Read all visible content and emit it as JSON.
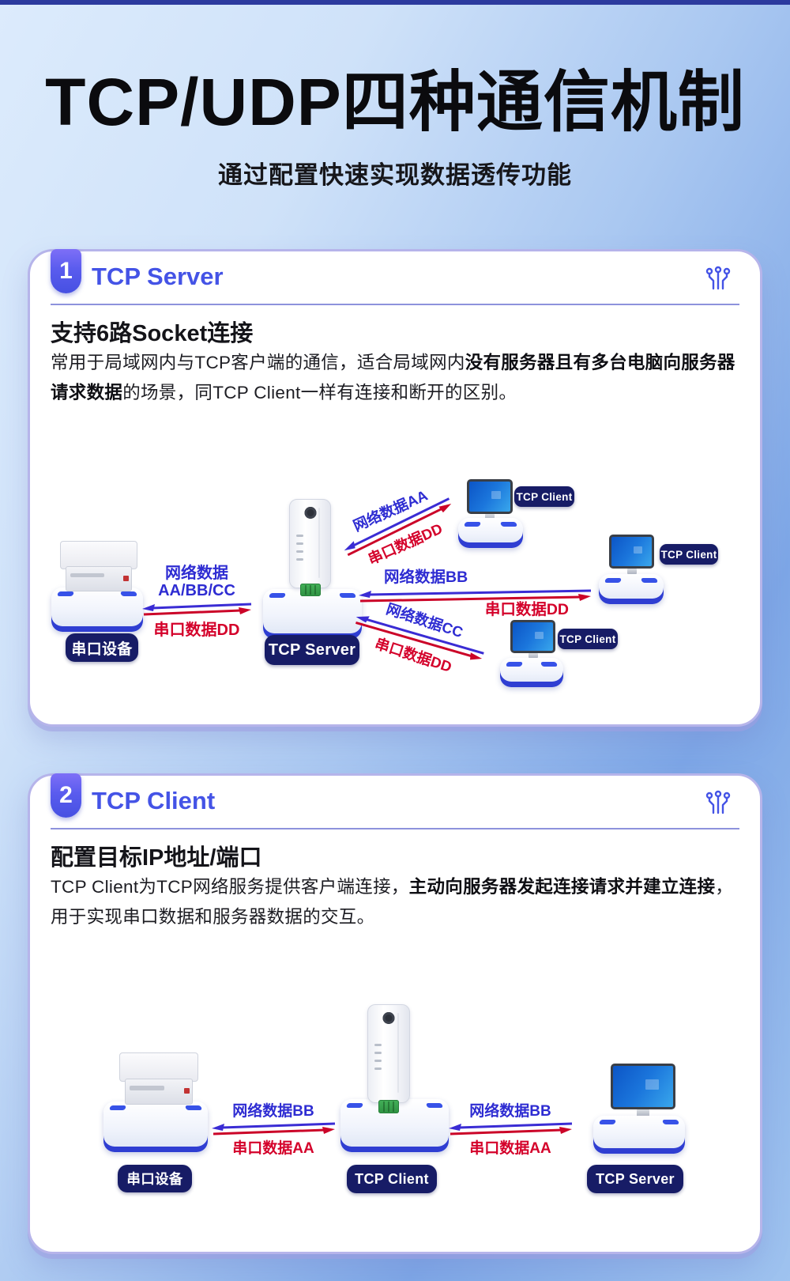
{
  "page": {
    "title": "TCP/UDP四种通信机制",
    "subtitle": "通过配置快速实现数据透传功能"
  },
  "colors": {
    "accent_blue": "#4453e6",
    "label_navy": "#171c66",
    "network_blue": "#2e2cd2",
    "serial_red": "#d4002a",
    "top_strip": "#2c3a9e",
    "card_border": "#b6b4ea"
  },
  "icons": {
    "card_corner": "circuit-icon"
  },
  "cards": [
    {
      "number": "1",
      "title": "TCP Server",
      "heading": "支持6路Socket连接",
      "desc_parts": [
        {
          "text": "常用于局域网内与TCP客户端的通信，适合局域网内",
          "bold": false
        },
        {
          "text": "没有服务器且有多台电脑向服务器请求数据",
          "bold": true
        },
        {
          "text": "的场景，同TCP Client一样有连接和断开的区别。",
          "bold": false
        }
      ],
      "labels": {
        "serial_device": "串口设备",
        "gateway": "TCP Server",
        "client1": "TCP Client",
        "client2": "TCP Client",
        "client3": "TCP Client"
      },
      "flows": {
        "left": {
          "net": "网络数据\nAA/BB/CC",
          "serial": "串口数据DD"
        },
        "a": {
          "net": "网络数据AA",
          "serial": "串口数据DD"
        },
        "b": {
          "net": "网络数据BB",
          "serial": "串口数据DD"
        },
        "c": {
          "net": "网络数据CC",
          "serial": "串口数据DD"
        }
      }
    },
    {
      "number": "2",
      "title": "TCP Client",
      "heading": "配置目标IP地址/端口",
      "desc_parts": [
        {
          "text": "TCP Client为TCP网络服务提供客户端连接，",
          "bold": false
        },
        {
          "text": "主动向服务器发起连接请求并建立连接",
          "bold": true
        },
        {
          "text": "，用于实现串口数据和服务器数据的交互。",
          "bold": false
        }
      ],
      "labels": {
        "serial_device": "串口设备",
        "gateway": "TCP Client",
        "server": "TCP Server"
      },
      "flows": {
        "left": {
          "net": "网络数据BB",
          "serial": "串口数据AA"
        },
        "right": {
          "net": "网络数据BB",
          "serial": "串口数据AA"
        }
      }
    }
  ]
}
